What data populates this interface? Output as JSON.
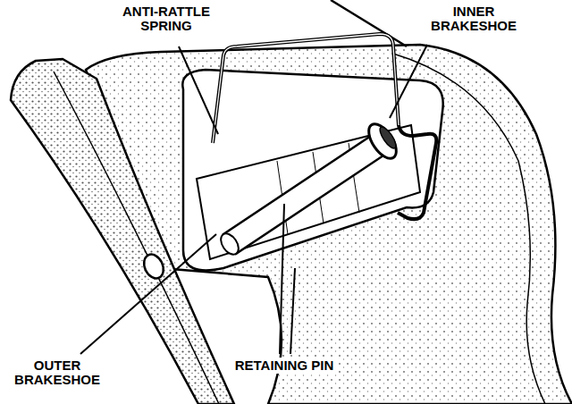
{
  "diagram": {
    "labels": [
      "ANTI-RATTLE SPRING",
      "INNER BRAKESHOE",
      "OUTER BRAKESHOE",
      "RETAINING PIN"
    ]
  }
}
